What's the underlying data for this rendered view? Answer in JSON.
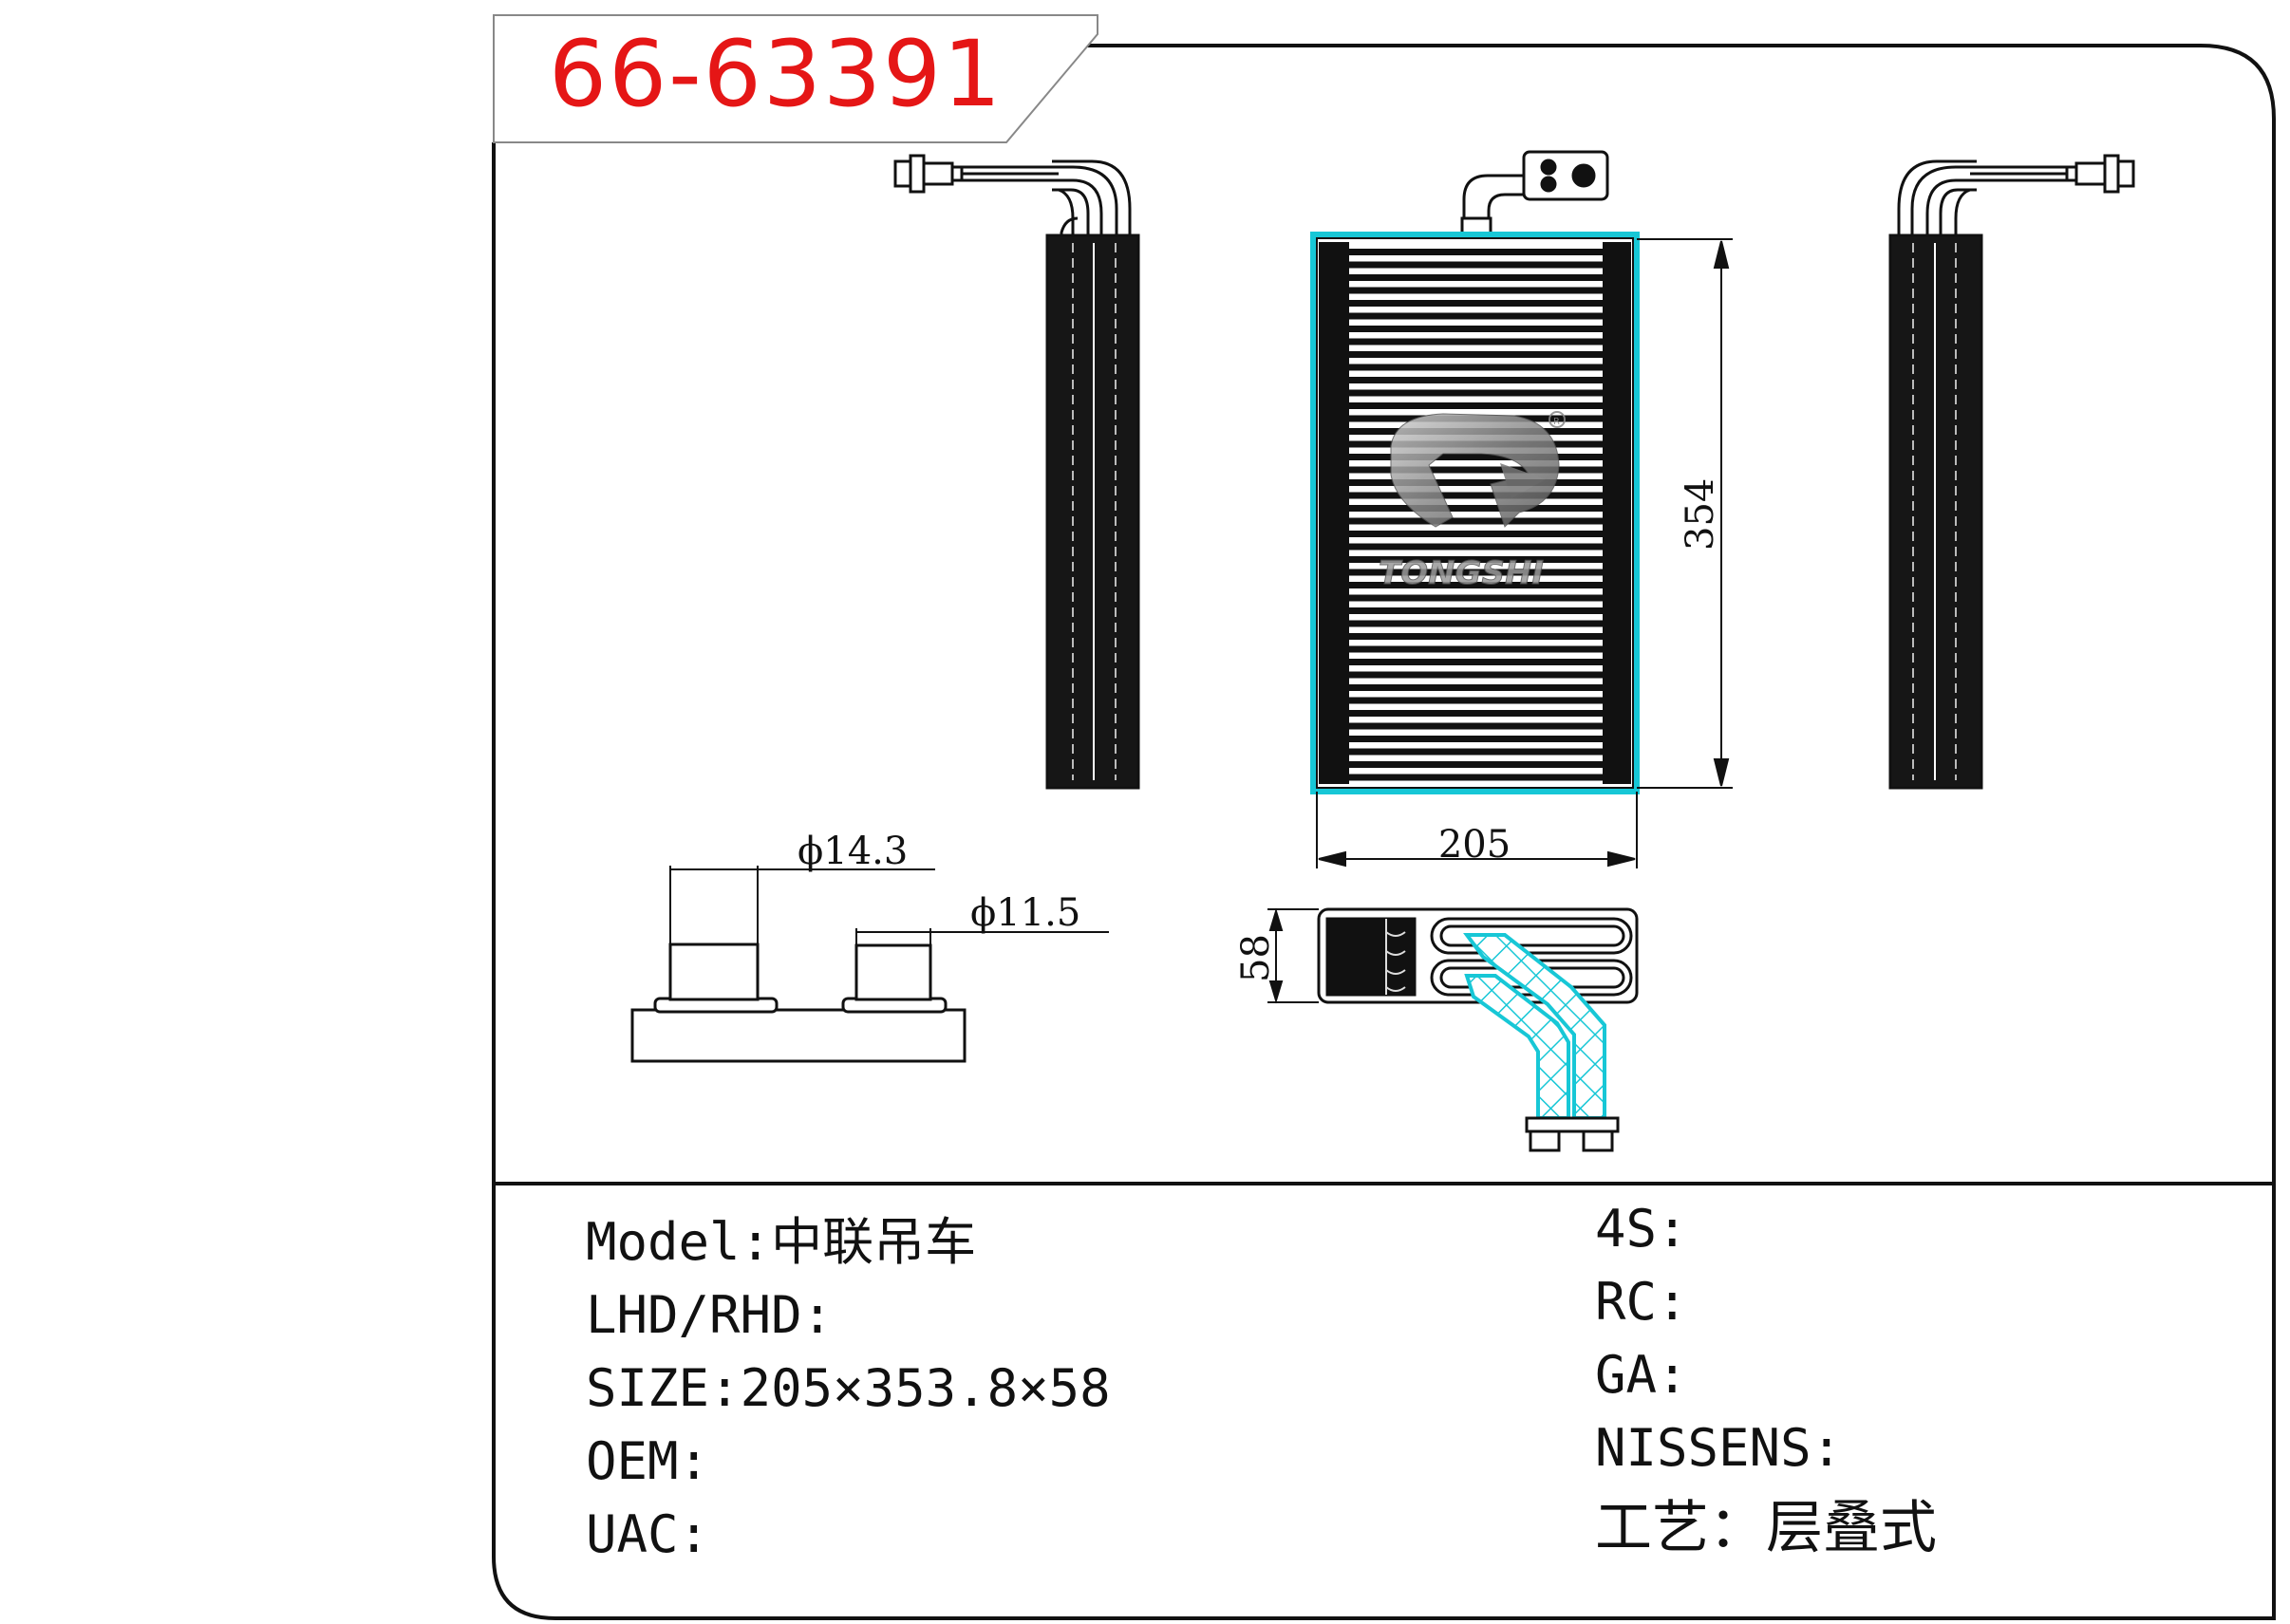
{
  "part_number": "66-63391",
  "brand_watermark": "TONGSHI",
  "dimensions": {
    "height": "354",
    "width": "205",
    "depth": "58",
    "pipe_large": "ϕ14.3",
    "pipe_small": "ϕ11.5"
  },
  "specs_left": [
    {
      "label": "Model:",
      "value": "中联吊车"
    },
    {
      "label": "LHD/RHD:",
      "value": ""
    },
    {
      "label": "SIZE:",
      "value": "205×353.8×58"
    },
    {
      "label": "OEM:",
      "value": ""
    },
    {
      "label": "UAC:",
      "value": ""
    }
  ],
  "specs_right": [
    {
      "label": "4S:",
      "value": ""
    },
    {
      "label": "RC:",
      "value": ""
    },
    {
      "label": "GA:",
      "value": ""
    },
    {
      "label": "NISSENS:",
      "value": ""
    },
    {
      "label": "工艺：",
      "value": "层叠式"
    }
  ],
  "colors": {
    "title": "#e51616",
    "highlight": "#17c7d6",
    "line": "#111111"
  }
}
